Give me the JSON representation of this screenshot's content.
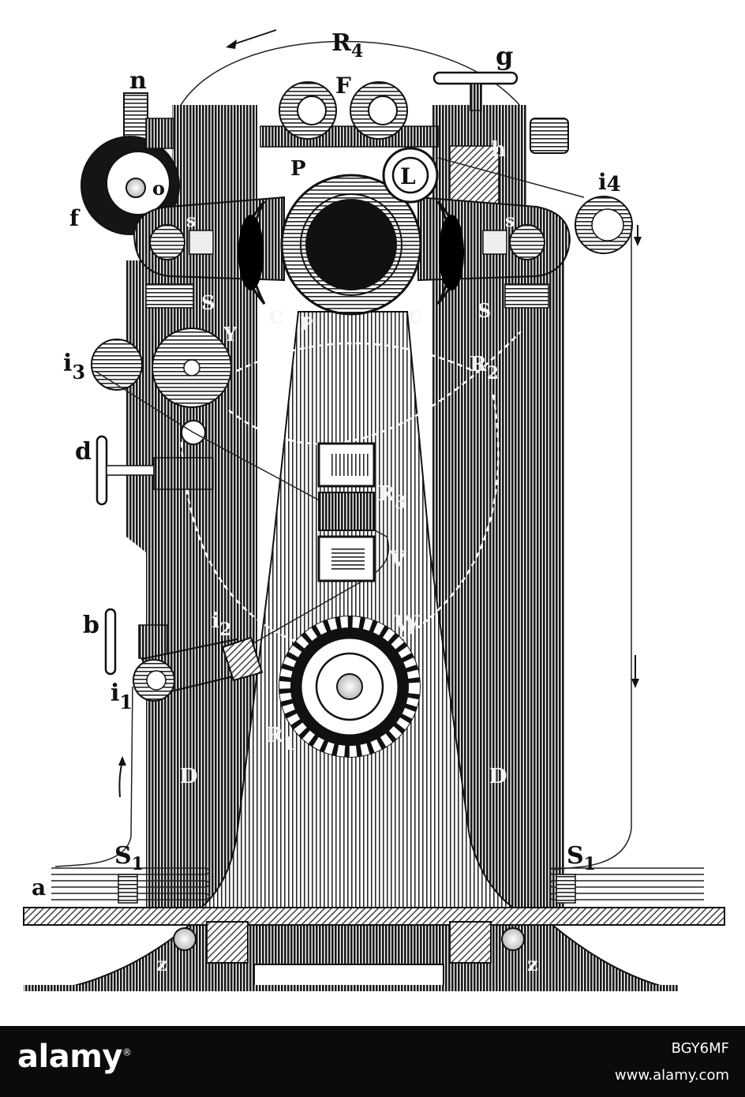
{
  "labels": {
    "R4": "R",
    "R4_sub": "4",
    "g": "g",
    "n": "n",
    "F": "F",
    "h": "h",
    "P_top": "P",
    "L": "L",
    "o": "o",
    "i4": "i",
    "i4_sub": "4",
    "f": "f",
    "s_left": "s",
    "B": "B",
    "s_right": "s",
    "S_left": "S",
    "S_right": "S",
    "C_left": "C",
    "P_mid": "P",
    "C_right": "C",
    "Y": "Y",
    "i3": "i",
    "i3_sub": "3",
    "R2": "R",
    "R2_sub": "2",
    "d": "d",
    "R3": "R",
    "R3_sub": "3",
    "V": "V",
    "W": "W",
    "b": "b",
    "i2": "i",
    "i2_sub": "2",
    "i1": "i",
    "i1_sub": "1",
    "R1": "R",
    "R1_sub": "1",
    "D_left": "D",
    "D_right": "D",
    "S1_left": "S",
    "S1_left_sub": "1",
    "S1_right": "S",
    "S1_right_sub": "1",
    "a": "a",
    "z_left": "z",
    "z_right": "z"
  },
  "watermark": {
    "logo": "alamy",
    "image_id": "BGY6MF",
    "url": "www.alamy.com"
  },
  "colors": {
    "ink": "#111111",
    "paper": "#ffffff",
    "footer": "#0b0b0b"
  }
}
